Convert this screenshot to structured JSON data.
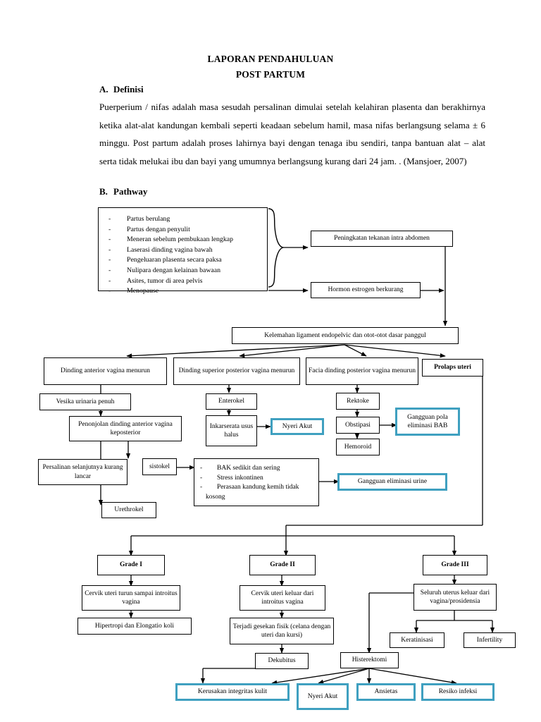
{
  "document": {
    "title_line1": "LAPORAN PENDAHULUAN",
    "title_line2": "POST PARTUM",
    "section_a": {
      "letter": "A.",
      "heading": "Definisi"
    },
    "section_b": {
      "letter": "B.",
      "heading": "Pathway"
    },
    "definition_paragraph": "Puerperium / nifas adalah masa sesudah persalinan dimulai setelah kelahiran plasenta dan berakhirnya ketika alat-alat kandungan kembali seperti keadaan sebelum hamil, masa nifas berlangsung selama ± 6 minggu. Post partum adalah proses lahirnya bayi dengan tenaga ibu sendiri, tanpa bantuan alat – alat serta tidak melukai ibu dan bayi yang umumnya berlangsung kurang dari 24 jam. . (Mansjoer, 2007)"
  },
  "colors": {
    "accent_cyan": "#3FA0C0",
    "line_black": "#000000",
    "background": "#FFFFFF"
  },
  "pathway": {
    "risk_factors": {
      "title": "risk-factor-list",
      "items": [
        "Partus berulang",
        "Partus dengan penyulit",
        "Meneran sebelum pembukaan lengkap",
        "Laserasi dinding vagina bawah",
        "Pengeluaran plasenta secara paksa",
        "Nulipara dengan kelainan bawaan",
        "Asites, tumor di area pelvis",
        "Menopause"
      ]
    },
    "nodes": {
      "peningkatan_tekanan": "Peningkatan tekanan intra abdomen",
      "hormon_estrogen": "Hormon estrogen berkurang",
      "kelemahan_ligament": "Kelemahan ligament endopelvic dan otot-otot dasar panggul",
      "dinding_anterior": "Dinding anterior vagina menurun",
      "dinding_superior": "Dinding superior posterior  vagina menurun",
      "facia_dinding": "Facia dinding posterior vagina menurun",
      "prolaps_uteri": "Prolaps uteri",
      "vesika_urinaria": "Vesika urinaria penuh",
      "enterokel": "Enterokel",
      "rektoke": "Rektoke",
      "penonjolan": "Penonjolan dinding anterior vagina keposterior",
      "inkarserata": "Inkarserata usus halus",
      "obstipasi": "Obstipasi",
      "nyeri_akut_1": "Nyeri Akut",
      "gangguan_bab": "Gangguan pola eliminasi BAB",
      "hemoroid": "Hemoroid",
      "persalinan": "Persalinan selanjutnya kurang lancar",
      "sistokel": "sistokel",
      "gangguan_urine": "Gangguan eliminasi urine",
      "urethrokel": "Urethrokel",
      "grade_1": "Grade I",
      "grade_2": "Grade II",
      "grade_3": "Grade III",
      "cervik_turun": "Cervik uteri turun sampai introitus vagina",
      "cervik_keluar": "Cervik uteri keluar dari introitus vagina",
      "seluruh_uterus": "Seluruh uterus keluar dari vagina/prosidensia",
      "hipertropi": "Hipertropi dan Elongatio koli",
      "gesekan_fisik": "Terjadi gesekan fisik (celana dengan uteri dan kursi)",
      "keratinisasi": "Keratinisasi",
      "infertility": "Infertility",
      "dekubitus": "Dekubitus",
      "histerektomi": "Histerektomi",
      "kerusakan_kulit": "Kerusakan integritas kulit",
      "nyeri_akut_2": "Nyeri Akut",
      "ansietas": "Ansietas",
      "resiko_infeksi": "Resiko infeksi"
    },
    "bladder_symptoms": [
      "BAK sedikit dan sering",
      "Stress inkontinen",
      "Perasaan  kandung  kemih  tidak",
      "kosong"
    ]
  }
}
